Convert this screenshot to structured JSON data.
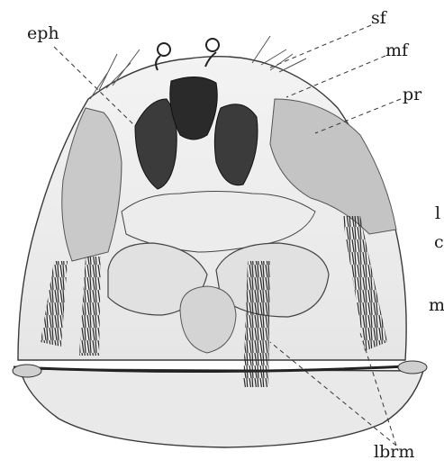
{
  "figure": {
    "kind": "insect head illustration",
    "labels": {
      "eph": "eph",
      "sf": "sf",
      "mf": "mf",
      "pr": "pr",
      "l": "l",
      "c": "c",
      "m": "m",
      "lbrm": "lbrm"
    },
    "colors": {
      "ink": "#1a1a1a",
      "shade_light": "#d9d9d9",
      "shade_mid": "#b5b5b5",
      "shade_dark": "#4a4a4a",
      "paper": "#f2f2f2"
    }
  }
}
